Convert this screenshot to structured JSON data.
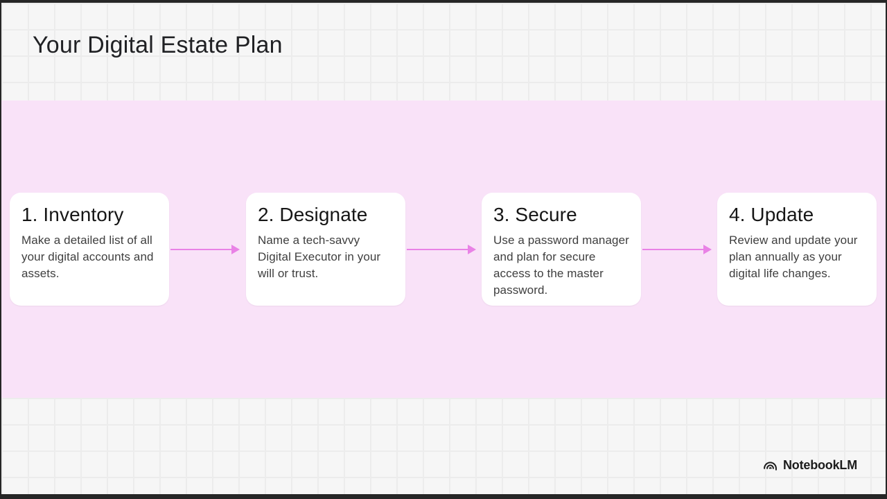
{
  "header": {
    "title": "Your Digital Estate Plan"
  },
  "flow": {
    "steps": [
      {
        "heading": "1. Inventory",
        "description": "Make a detailed list of all your digital accounts and assets."
      },
      {
        "heading": "2. Designate",
        "description": "Name a tech-savvy Digital Executor in your will or trust."
      },
      {
        "heading": "3. Secure",
        "description": "Use a password manager and plan for secure access to the master password."
      },
      {
        "heading": "4. Update",
        "description": "Review and update your plan annually as your digital life changes."
      }
    ]
  },
  "footer": {
    "brand": "NotebookLM"
  },
  "colors": {
    "band": "#f9e2f8",
    "arrow": "#e982e6",
    "card": "#ffffff",
    "canvas_bg": "#f6f6f6",
    "grid_line": "#ececec",
    "title_text": "#202124",
    "body_text": "#3e3e3e"
  }
}
